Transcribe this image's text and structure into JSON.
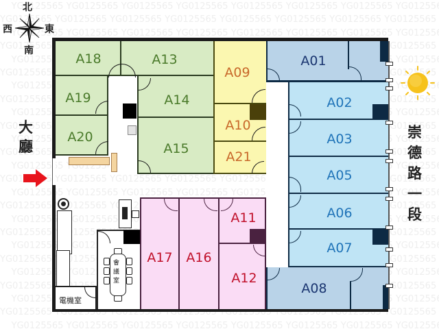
{
  "compass": {
    "north": "北",
    "south": "南",
    "east": "東",
    "west": "西"
  },
  "watermark": "YG0125565",
  "lobby_label": "大廳",
  "street_label": "崇德路一段",
  "sun_icon": "sun-icon",
  "entrance_icon": "red-arrow-right-icon",
  "colors": {
    "green_zone": "#d8ebc4",
    "green_text": "#4a7a2a",
    "yellow_zone": "#fbf7b0",
    "yellow_text": "#c8682a",
    "blue_light_zone": "#bfe4f5",
    "blue_text": "#1f73b8",
    "blue_grey_zone": "#b9d3e8",
    "navy_text": "#1a3570",
    "pink_zone": "#fadcf5",
    "pink_text": "#c0102a",
    "arrow": "#e8141c",
    "sun": "#f6c21c"
  },
  "rooms": {
    "A18": "A18",
    "A13": "A13",
    "A19": "A19",
    "A14": "A14",
    "A20": "A20",
    "A15": "A15",
    "A09": "A09",
    "A10": "A10",
    "A21": "A21",
    "A01": "A01",
    "A02": "A02",
    "A03": "A03",
    "A05": "A05",
    "A06": "A06",
    "A07": "A07",
    "A08": "A08",
    "A17": "A17",
    "A16": "A16",
    "A11": "A11",
    "A12": "A12"
  },
  "meeting_room_label": "會議室",
  "electrical_room_label": "電機室"
}
